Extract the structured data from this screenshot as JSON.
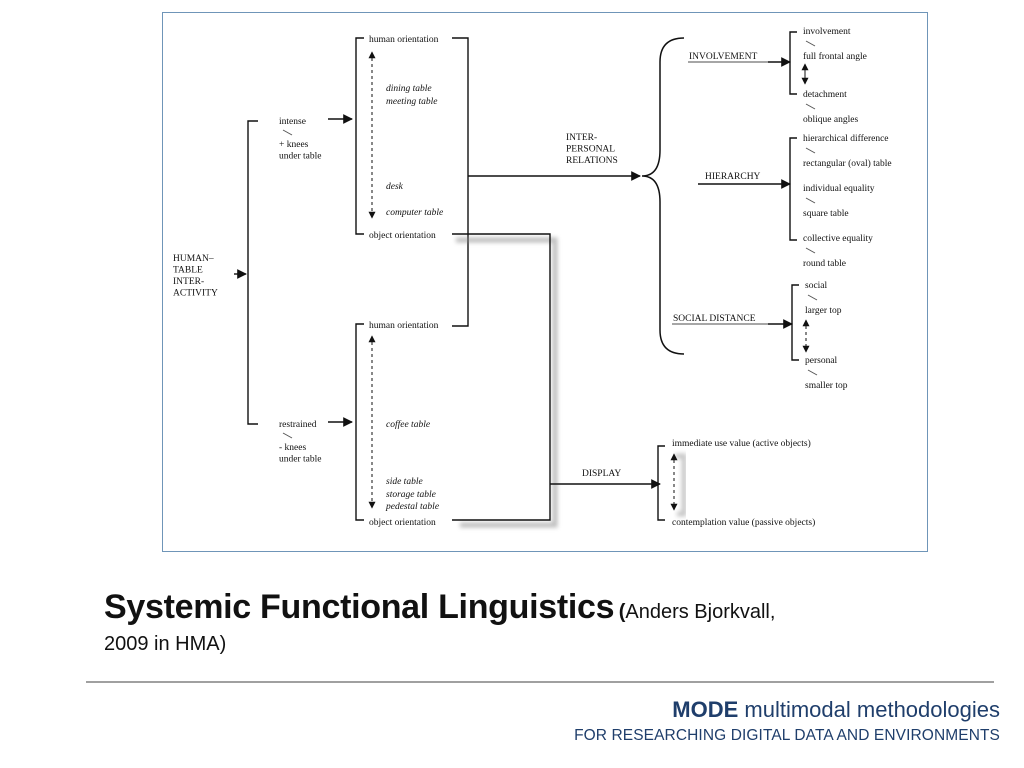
{
  "diagram": {
    "root": "HUMAN–\nTABLE\nINTER-\nACTIVITY",
    "intense": "intense",
    "intense_sub": "+ knees\nunder table",
    "restrained": "restrained",
    "restrained_sub": "- knees\nunder table",
    "human_orientation": "human orientation",
    "object_orientation": "object orientation",
    "tables_upper": [
      "dining table",
      "meeting table",
      "desk",
      "computer table"
    ],
    "tables_lower": [
      "coffee table",
      "side table",
      "storage table",
      "pedestal table"
    ],
    "interpersonal": "INTER-\nPERSONAL\nRELATIONS",
    "involvement": "INVOLVEMENT",
    "hierarchy": "HIERARCHY",
    "social_distance": "SOCIAL DISTANCE",
    "display": "DISPLAY",
    "involvement_opts": [
      "involvement",
      "full frontal angle",
      "detachment",
      "oblique angles"
    ],
    "hierarchy_opts": [
      "hierarchical difference",
      "rectangular (oval) table",
      "individual equality",
      "square table",
      "collective equality",
      "round table"
    ],
    "social_opts": [
      "social",
      "larger top",
      "personal",
      "smaller top"
    ],
    "display_opts": [
      "immediate use value (active objects)",
      "contemplation value (passive objects)"
    ]
  },
  "title": {
    "main": "Systemic Functional Linguistics",
    "paren": "(",
    "cite_1": "Anders Bjorkvall,",
    "cite_2": "2009 in HMA)"
  },
  "footer": {
    "brand_bold": "MODE",
    "brand_rest": " multimodal methodologies",
    "tagline": "FOR RESEARCHING DIGITAL DATA AND ENVIRONMENTS"
  },
  "colors": {
    "frame": "#6f95b8",
    "brand": "#1f3e6b",
    "rule": "#a0a0a0"
  }
}
